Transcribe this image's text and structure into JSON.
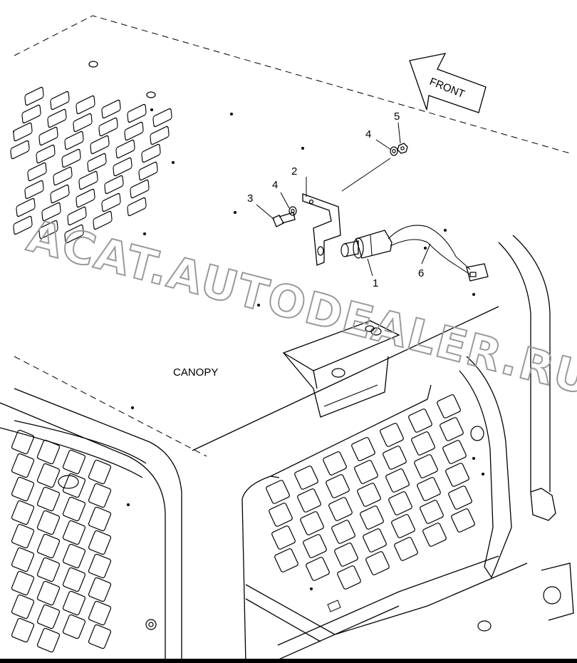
{
  "diagram": {
    "canopy_label": "CANOPY",
    "front_label": "FRONT",
    "watermark": "ACAT.AUTODEALER.RU",
    "callouts": {
      "c1": "1",
      "c2": "2",
      "c3": "3",
      "c4a": "4",
      "c4b": "4",
      "c5": "5",
      "c6": "6"
    }
  }
}
